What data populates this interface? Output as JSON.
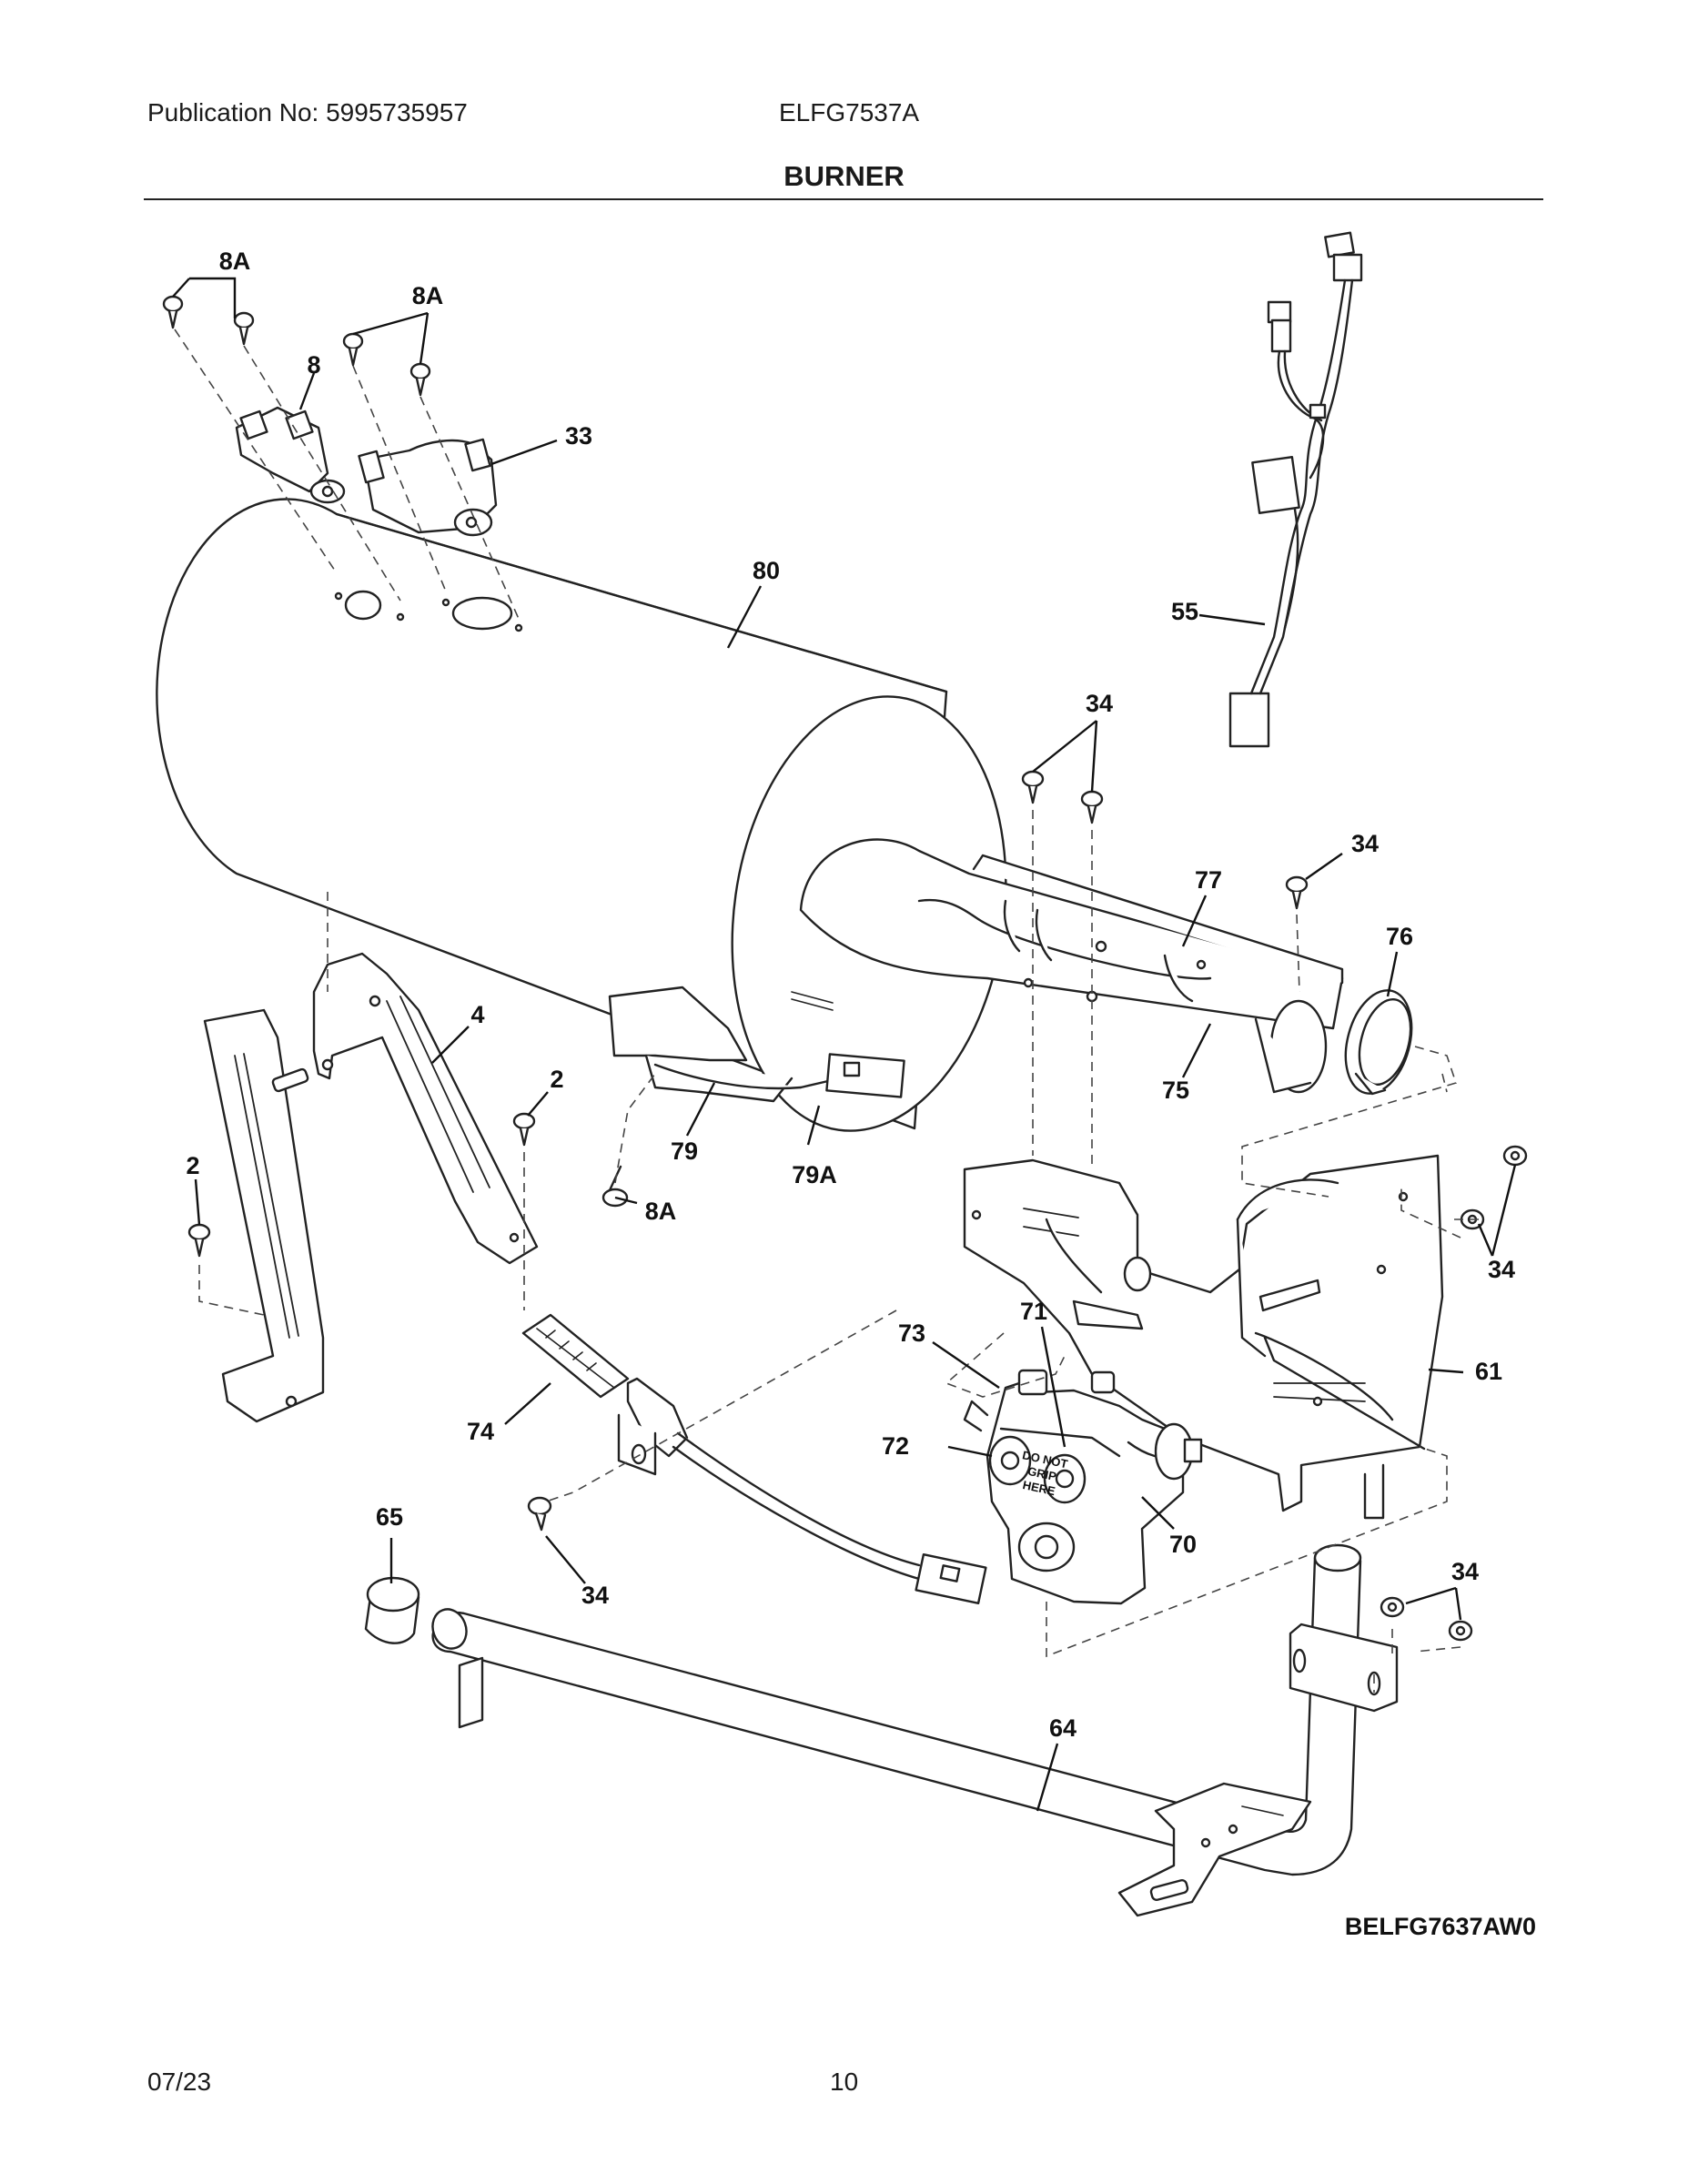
{
  "header": {
    "publication": "Publication No: 5995735957",
    "model": "ELFG7537A",
    "section": "BURNER"
  },
  "diagram": {
    "drawing_code": "BELFG7637AW0",
    "callouts": {
      "c8a_1": "8A",
      "c8a_2": "8A",
      "c8": "8",
      "c33": "33",
      "c80": "80",
      "c55": "55",
      "c34_1": "34",
      "c34_2": "34",
      "c77": "77",
      "c76": "76",
      "c4": "4",
      "c2_1": "2",
      "c2_2": "2",
      "c79": "79",
      "c79a": "79A",
      "c8a_3": "8A",
      "c75": "75",
      "c34_3": "34",
      "c61": "61",
      "c73": "73",
      "c71": "71",
      "c72": "72",
      "c74": "74",
      "c70": "70",
      "c65": "65",
      "c34_4": "34",
      "c34_5": "34",
      "c64": "64"
    },
    "valve_marking": [
      "DO NOT",
      "GRIP",
      "HERE"
    ]
  },
  "footer": {
    "date": "07/23",
    "page": "10"
  }
}
